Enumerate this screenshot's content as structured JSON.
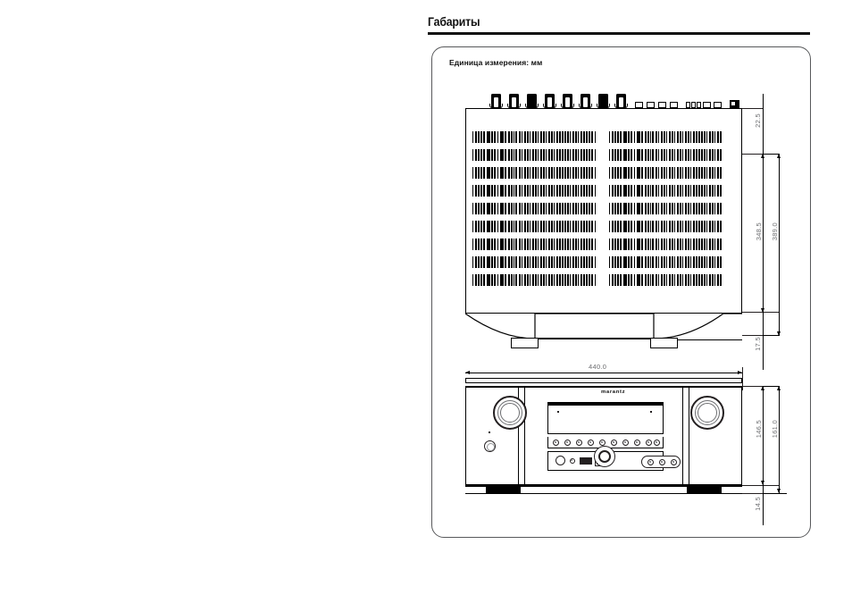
{
  "header": {
    "title": "Габариты",
    "rule_color": "#111111"
  },
  "diagram": {
    "unit_label": "Единица измерения: мм",
    "brand_logo": "marantz",
    "dimensions": {
      "top_clearance": "22.5",
      "body_height": "348.5",
      "overall_depth": "389.0",
      "foot_height_rear": "17.5",
      "front_width": "440.0",
      "front_panel_height": "146.5",
      "overall_height": "161.0",
      "foot_height_front": "14.5"
    },
    "views": {
      "rear_view_name": "rear-top-view",
      "front_view_name": "front-elevation-view"
    }
  },
  "colors": {
    "ink": "#000000",
    "dim_text": "#6d6e71",
    "panel_border": "#58595b"
  }
}
